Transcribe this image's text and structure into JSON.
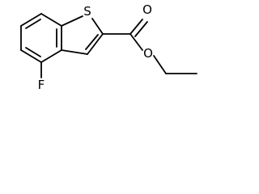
{
  "structure": {
    "atoms": {
      "sulfur": "S",
      "carbonyl_oxygen": "O",
      "ester_oxygen": "O",
      "fluorine": "F"
    }
  }
}
